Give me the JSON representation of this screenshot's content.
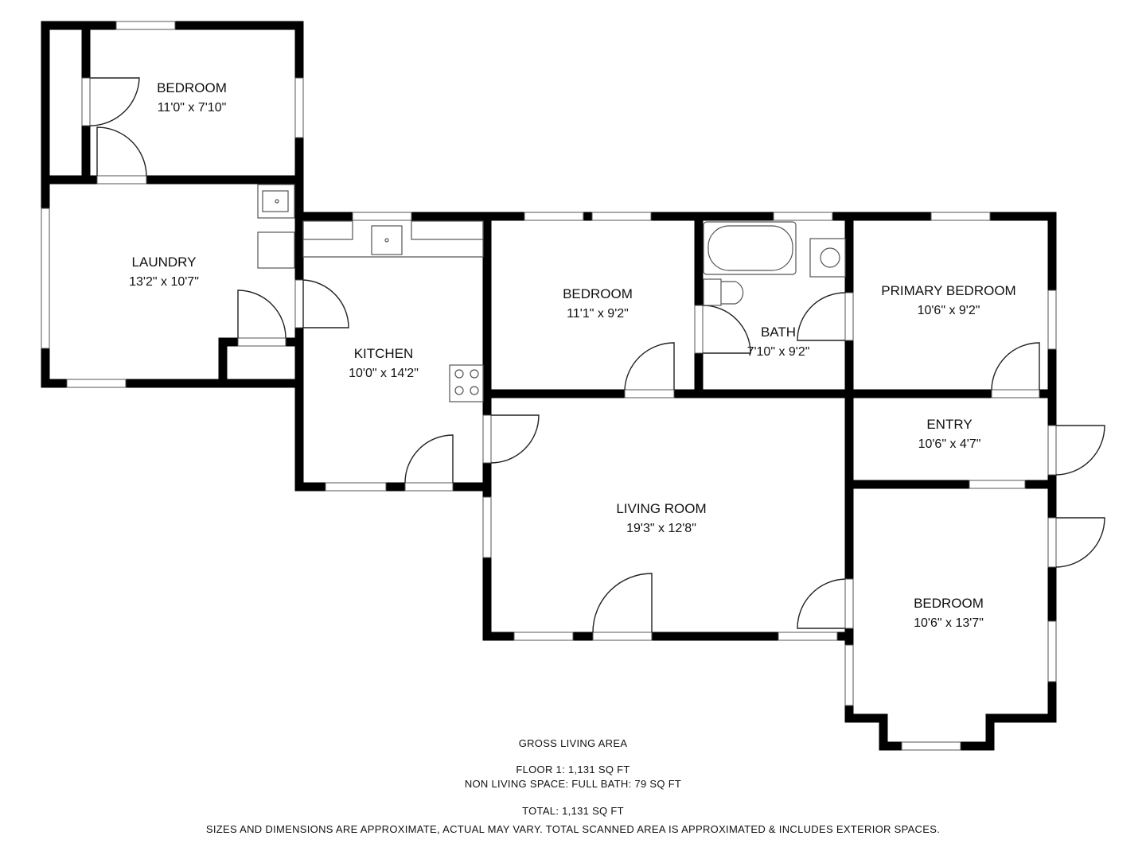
{
  "rooms": {
    "bedroom_nw": {
      "name": "BEDROOM",
      "dims": "11'0\" x 7'10\""
    },
    "laundry": {
      "name": "LAUNDRY",
      "dims": "13'2\" x 10'7\""
    },
    "kitchen": {
      "name": "KITCHEN",
      "dims": "10'0\" x 14'2\""
    },
    "bedroom_center": {
      "name": "BEDROOM",
      "dims": "11'1\" x 9'2\""
    },
    "bath": {
      "name": "BATH",
      "dims": "7'10\" x 9'2\""
    },
    "primary_bedroom": {
      "name": "PRIMARY BEDROOM",
      "dims": "10'6\" x 9'2\""
    },
    "entry": {
      "name": "ENTRY",
      "dims": "10'6\" x 4'7\""
    },
    "living_room": {
      "name": "LIVING ROOM",
      "dims": "19'3\" x 12'8\""
    },
    "bedroom_se": {
      "name": "BEDROOM",
      "dims": "10'6\" x 13'7\""
    }
  },
  "summary": {
    "heading": "GROSS LIVING AREA",
    "floor1": "FLOOR 1: 1,131 SQ FT",
    "non_living": "NON LIVING SPACE: FULL BATH: 79 SQ FT",
    "total": "TOTAL: 1,131 SQ FT",
    "disclaimer": "SIZES AND DIMENSIONS ARE APPROXIMATE, ACTUAL MAY VARY. TOTAL SCANNED AREA IS APPROXIMATED & INCLUDES EXTERIOR SPACES."
  },
  "colors": {
    "wall": "#000000",
    "fixture": "#555555",
    "background": "#ffffff"
  }
}
